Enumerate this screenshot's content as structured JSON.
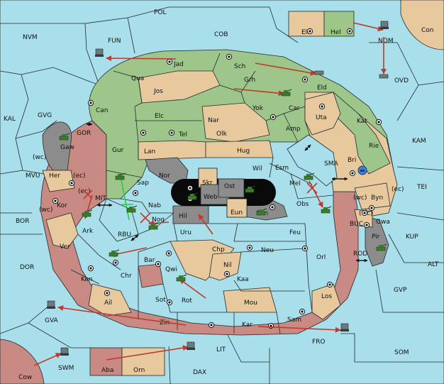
{
  "colors": {
    "sea": "#a8dfea",
    "power_green": "#9ec68a",
    "power_tan": "#e7c99d",
    "power_rose": "#c98a84",
    "neutral_grey": "#8c8c8c",
    "order_arrow": "#c0392b",
    "support_line": "#2ecc40",
    "border": "#1f2a2e"
  },
  "territories": {
    "POL": "POL",
    "NVM": "NVM",
    "FUN": "FUN",
    "COB": "COB",
    "Elf": "Elf",
    "Hel": "Hel",
    "NOM": "NOM",
    "Con": "Con",
    "OVD": "OVD",
    "Jad": "Jad",
    "Sch": "Sch",
    "Qua": "Qua",
    "Jos": "Jos",
    "Grh": "Grh",
    "Eld": "Eld",
    "KAL": "KAL",
    "GVG": "GVG",
    "Can": "Can",
    "Yok": "Yok",
    "Car": "Car",
    "Uta": "Uta",
    "Kat": "Kat",
    "Elc": "Elc",
    "Nar": "Nar",
    "Amp": "Amp",
    "GOR": "GOR",
    "Tel": "Tel",
    "Olk": "Olk",
    "KAM": "KAM",
    "Gaw": "Gaw",
    "Gur": "Gur",
    "Lan": "Lan",
    "Hug": "Hug",
    "Rie": "Rie",
    "Bri": "Bri",
    "wc": "(wc)",
    "ec": "(ec)",
    "Wil": "Wil",
    "Esm": "Esm",
    "SMA": "SMA",
    "MVU": "MVU",
    "Her": "Her",
    "Nor": "Nor",
    "Skr": "Skr",
    "Ost": "Ost",
    "Sap": "Sap",
    "Web": "Web",
    "Mel": "Mel",
    "Byn": "Byn",
    "TEI": "TEI",
    "MIT": "MIT",
    "Kor": "Kor",
    "Nab": "Nab",
    "Eun": "Eun",
    "Obs": "Obs",
    "BOR": "BOR",
    "Gwa": "Gwa",
    "KUP": "KUP",
    "Hil": "Hil",
    "Sun": "Sun",
    "Nog": "Nog",
    "BUC": "BUC",
    "Ark": "Ark",
    "RBU": "RBU",
    "Uru": "Uru",
    "Feu": "Feu",
    "Pir": "Pir",
    "Ver": "Ver",
    "Chp": "Chp",
    "Neu": "Neu",
    "Orl": "Orl",
    "ROD": "ROD",
    "DOR": "DOR",
    "Bar": "Bar",
    "Nil": "Nil",
    "ALT": "ALT",
    "Ken": "Ken",
    "Chr": "Chr",
    "Qwi": "Qwi",
    "Kaa": "Kaa",
    "GVP": "GVP",
    "Sot": "Sot",
    "Rot": "Rot",
    "Los": "Los",
    "Ail": "Ail",
    "Mou": "Mou",
    "GVA": "GVA",
    "Zin": "Zin",
    "Kar": "Kar",
    "Sam": "Sam",
    "FRO": "FRO",
    "SOM": "SOM",
    "SWM": "SWM",
    "LIT": "LIT",
    "Cow": "Cow",
    "Aba": "Aba",
    "Orn": "Orn",
    "DAX": "DAX"
  },
  "units": {
    "army": "army-icon",
    "fleet": "fleet-icon",
    "dislodged_marker": "x-mark-icon",
    "supply_center": "supply-center-icon",
    "convoy_marker": "double-arrow-icon"
  }
}
